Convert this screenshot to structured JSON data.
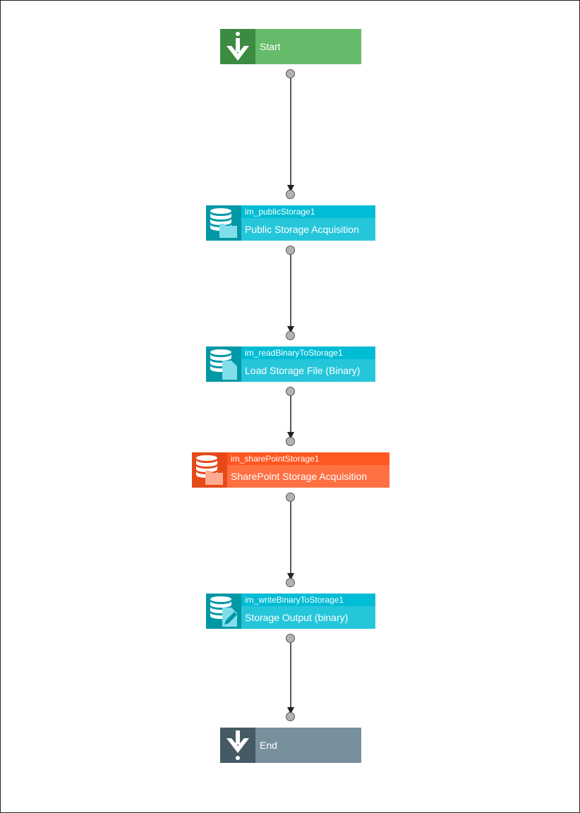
{
  "colors": {
    "start": {
      "icon": "#3d8b40",
      "body": "#66bb6a"
    },
    "end": {
      "icon": "#455a64",
      "body": "#78909c"
    },
    "storage": {
      "icon": "#0097a7",
      "id_bar": "#00bcd4",
      "body": "#26c6da"
    },
    "sharepoint": {
      "icon": "#e64a19",
      "id_bar": "#ff5722",
      "body": "#ff7043"
    },
    "edge": "#222222"
  },
  "nodes": {
    "start": {
      "label": "Start",
      "icon": "start-arrow-icon"
    },
    "public_storage": {
      "id": "im_publicStorage1",
      "label": "Public Storage Acquisition",
      "icon": "storage-folder-icon"
    },
    "read_binary": {
      "id": "im_readBinaryToStorage1",
      "label": "Load Storage File (Binary)",
      "icon": "storage-file-icon"
    },
    "sharepoint": {
      "id": "im_sharePointStorage1",
      "label": "SharePoint Storage Acquisition",
      "icon": "storage-folder-icon"
    },
    "write_binary": {
      "id": "im_writeBinaryToStorage1",
      "label": "Storage Output (binary)",
      "icon": "storage-file-edit-icon"
    },
    "end": {
      "label": "End",
      "icon": "end-arrow-icon"
    }
  }
}
